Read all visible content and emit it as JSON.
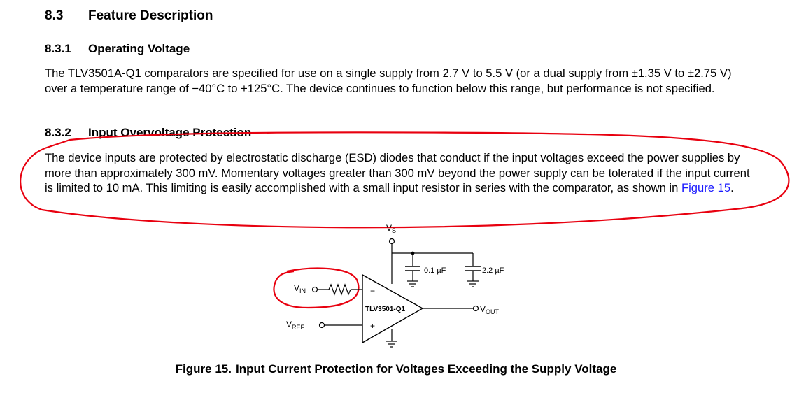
{
  "section": {
    "number": "8.3",
    "title": "Feature Description"
  },
  "sub1": {
    "number": "8.3.1",
    "title": "Operating Voltage",
    "text": "The TLV3501A-Q1 comparators are specified for use on a single supply from 2.7 V to 5.5 V (or a dual supply from ±1.35 V to ±2.75 V) over a temperature range of −40°C to +125°C. The device continues to function below this range, but performance is not specified."
  },
  "sub2": {
    "number": "8.3.2",
    "title": "Input Overvoltage Protection",
    "text": "The device inputs are protected by electrostatic discharge (ESD) diodes that conduct if the input voltages exceed the power supplies by more than approximately 300 mV. Momentary voltages greater than 300 mV beyond the power supply can be tolerated if the input current is limited to 10 mA. This limiting is easily accomplished with a small input resistor in series with the comparator, as shown in ",
    "link": "Figure 15",
    "end": "."
  },
  "figure": {
    "label": "Figure 15.",
    "title": "Input Current Protection for Voltages Exceeding the Supply Voltage",
    "vs": "V",
    "vs_sub": "S",
    "vin": "V",
    "vin_sub": "IN",
    "vref": "V",
    "vref_sub": "REF",
    "vout": "V",
    "vout_sub": "OUT",
    "cap1": "0.1 µF",
    "cap2": "2.2 µF",
    "device": "TLV3501-Q1",
    "minus": "−",
    "plus": "+"
  },
  "colors": {
    "annotation": "#e8000f",
    "link": "#1a1aff"
  }
}
